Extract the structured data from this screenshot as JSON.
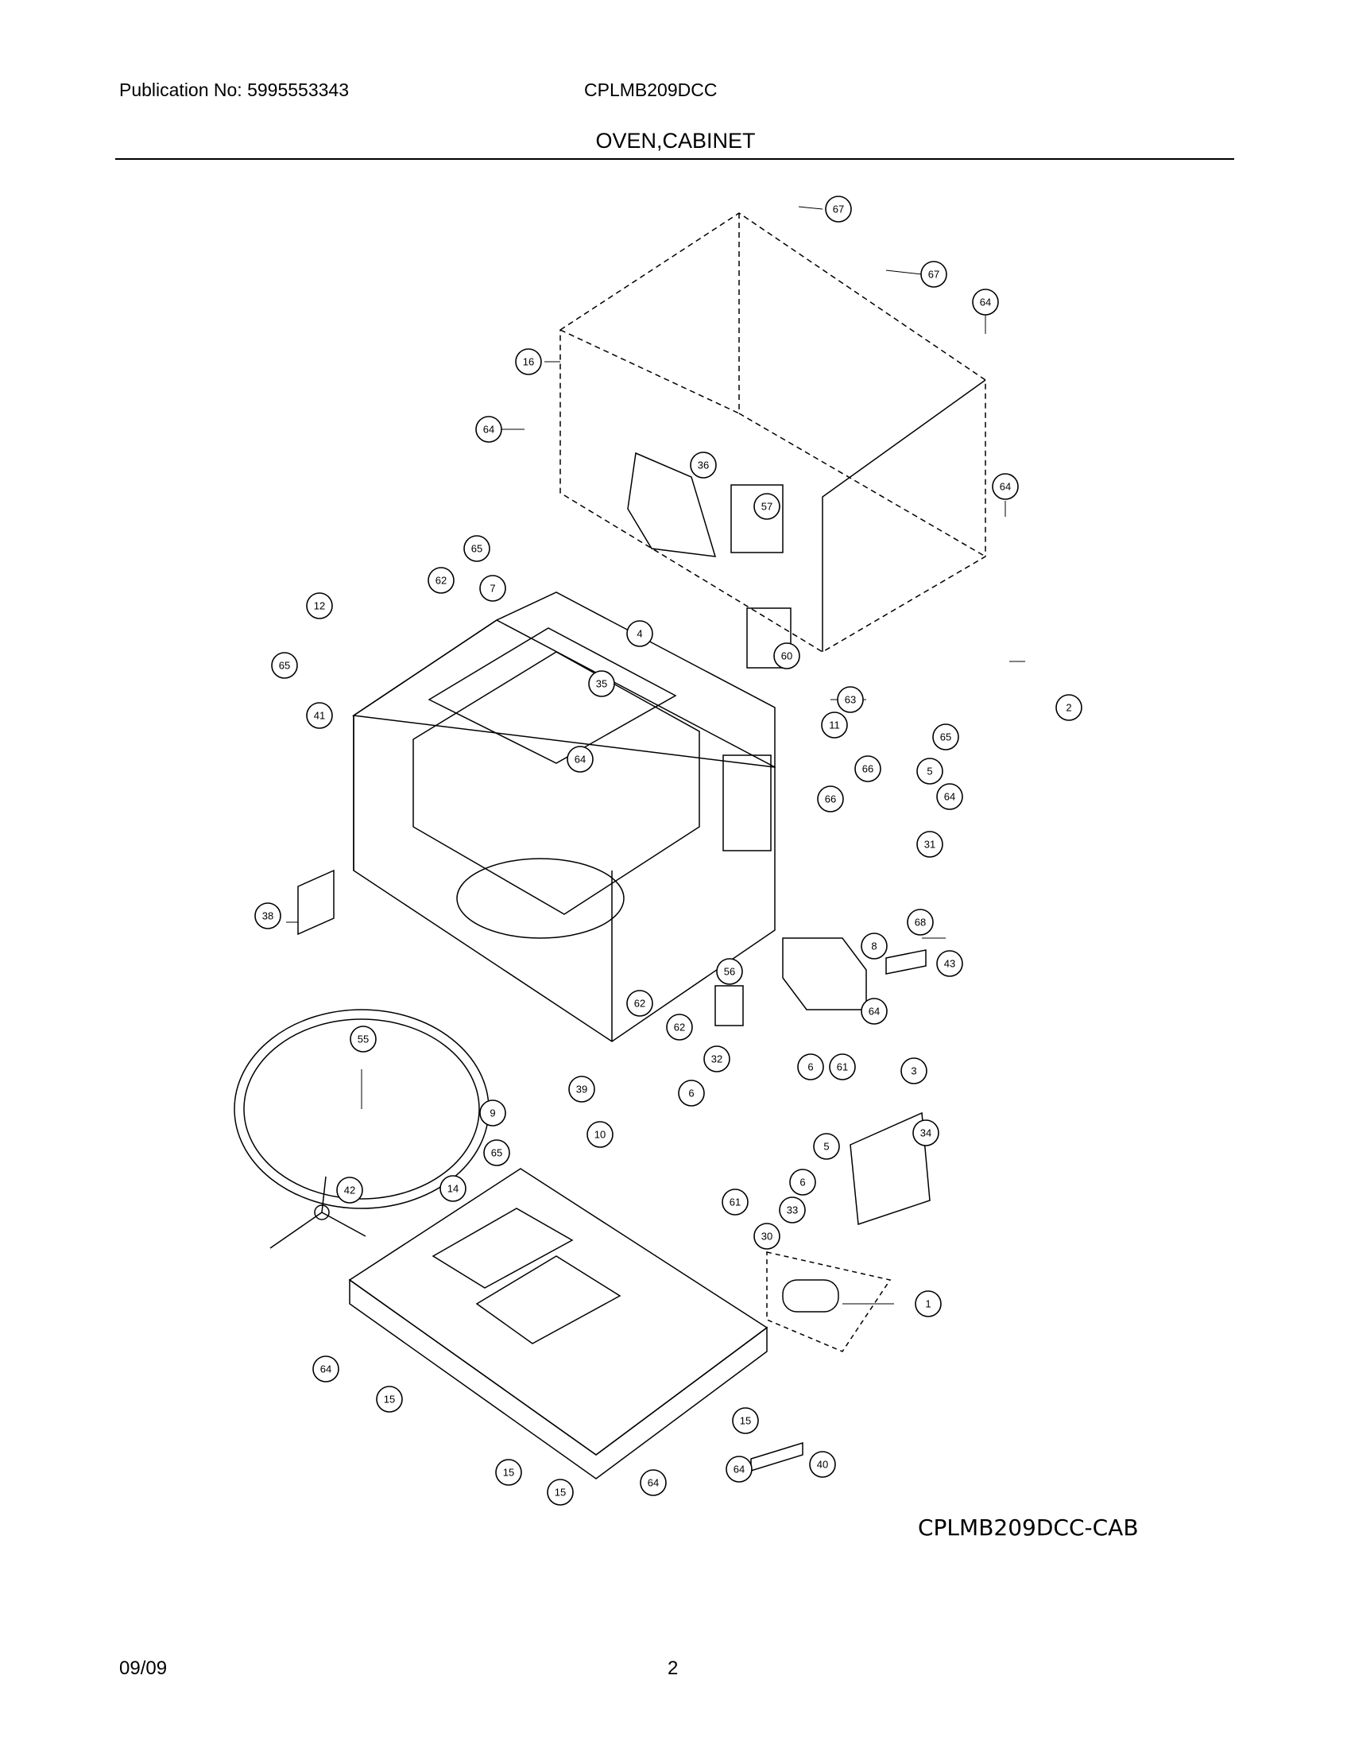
{
  "header": {
    "publication": "Publication No: 5995553343",
    "model": "CPLMB209DCC",
    "section": "OVEN,CABINET"
  },
  "diagram": {
    "code": "CPLMB209DCC-CAB",
    "callouts": [
      "67",
      "67",
      "64",
      "16",
      "64",
      "64",
      "36",
      "57",
      "65",
      "62",
      "7",
      "12",
      "65",
      "41",
      "4",
      "60",
      "35",
      "64",
      "63",
      "11",
      "2",
      "65",
      "66",
      "5",
      "64",
      "66",
      "31",
      "38",
      "68",
      "8",
      "43",
      "56",
      "62",
      "62",
      "64",
      "55",
      "32",
      "6",
      "61",
      "3",
      "39",
      "9",
      "10",
      "6",
      "5",
      "34",
      "65",
      "6",
      "14",
      "61",
      "33",
      "30",
      "42",
      "1",
      "64",
      "15",
      "15",
      "15",
      "64",
      "40",
      "15",
      "64"
    ]
  },
  "footer": {
    "date": "09/09",
    "page": "2"
  }
}
